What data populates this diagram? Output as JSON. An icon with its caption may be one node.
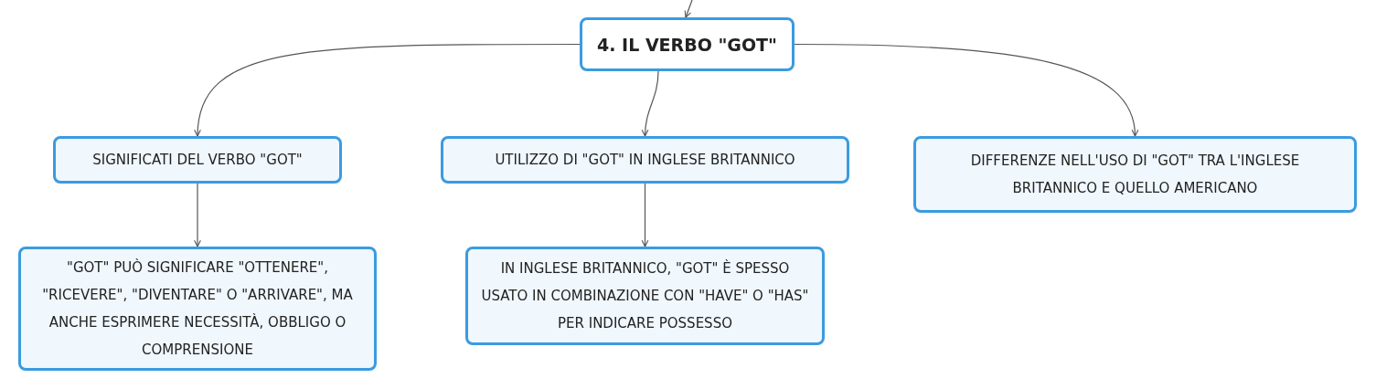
{
  "diagram": {
    "nodes": [
      {
        "text": [
          "4. IL VERBO \"GOT\""
        ]
      },
      {
        "text": [
          "SIGNIFICATI DEL VERBO \"GOT\""
        ]
      },
      {
        "text": [
          "UTILIZZO DI \"GOT\" IN INGLESE BRITANNICO"
        ]
      },
      {
        "text": [
          "DIFFERENZE NELL'USO DI \"GOT\" TRA L'INGLESE BRITANNICO E QUELLO AMERICANO"
        ]
      },
      {
        "text": [
          "\"GOT\" PUÒ SIGNIFICARE \"OTTENERE\", \"RICEVERE\", \"DIVENTARE\" O \"ARRIVARE\", MA ANCHE ESPRIMERE NECESSITÀ, OBBLIGO O COMPRENSIONE"
        ]
      },
      {
        "text": [
          "IN INGLESE BRITANNICO, \"GOT\" È SPESSO USATO IN COMBINAZIONE CON \"HAVE\" O \"HAS\" PER INDICARE POSSESSO"
        ]
      }
    ],
    "edges": [
      {
        "from": null,
        "to": 0,
        "arrow": "to"
      },
      {
        "from": 0,
        "to": 1,
        "arrow": "to"
      },
      {
        "from": 0,
        "to": 2,
        "arrow": "to"
      },
      {
        "from": 0,
        "to": 3,
        "arrow": "to"
      },
      {
        "from": 1,
        "to": 4,
        "arrow": "to"
      },
      {
        "from": 2,
        "to": 5,
        "arrow": "to"
      }
    ]
  }
}
